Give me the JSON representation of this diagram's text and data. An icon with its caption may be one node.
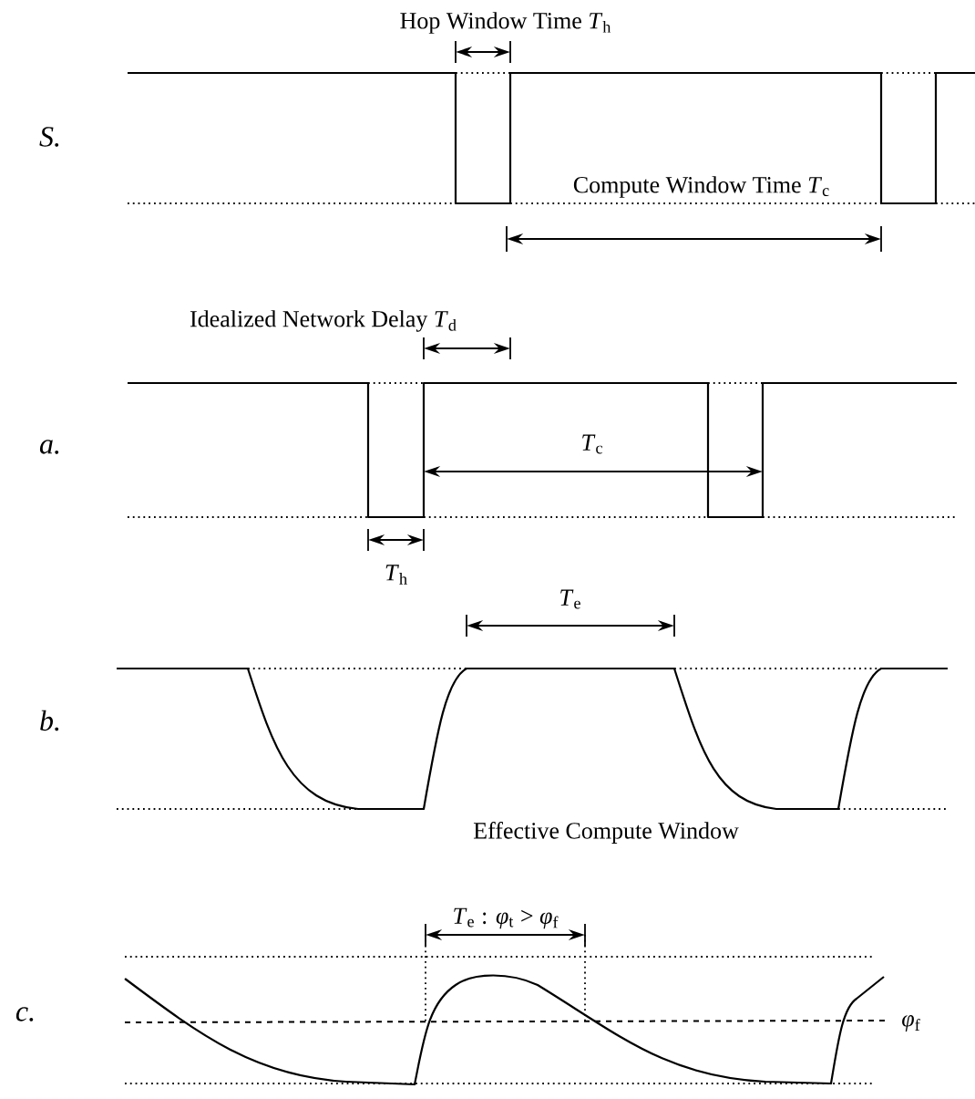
{
  "diagram": {
    "labels": [
      "Hop Window Time *T*$_{h}$",
      "S.",
      "Compute Window Time *T*$_{c}$",
      "Idealized Network Delay *T*$_{d}$",
      "a.",
      "*T*$_{c}$",
      "*T*$_{h}$",
      "*T*$_{e}$",
      "b.",
      "Effective Compute Window",
      "*T*$_{e}$ : *φ*$_{t}$ > *φ*$_{f}$",
      "c.",
      "*φ*$_{f}$"
    ]
  }
}
